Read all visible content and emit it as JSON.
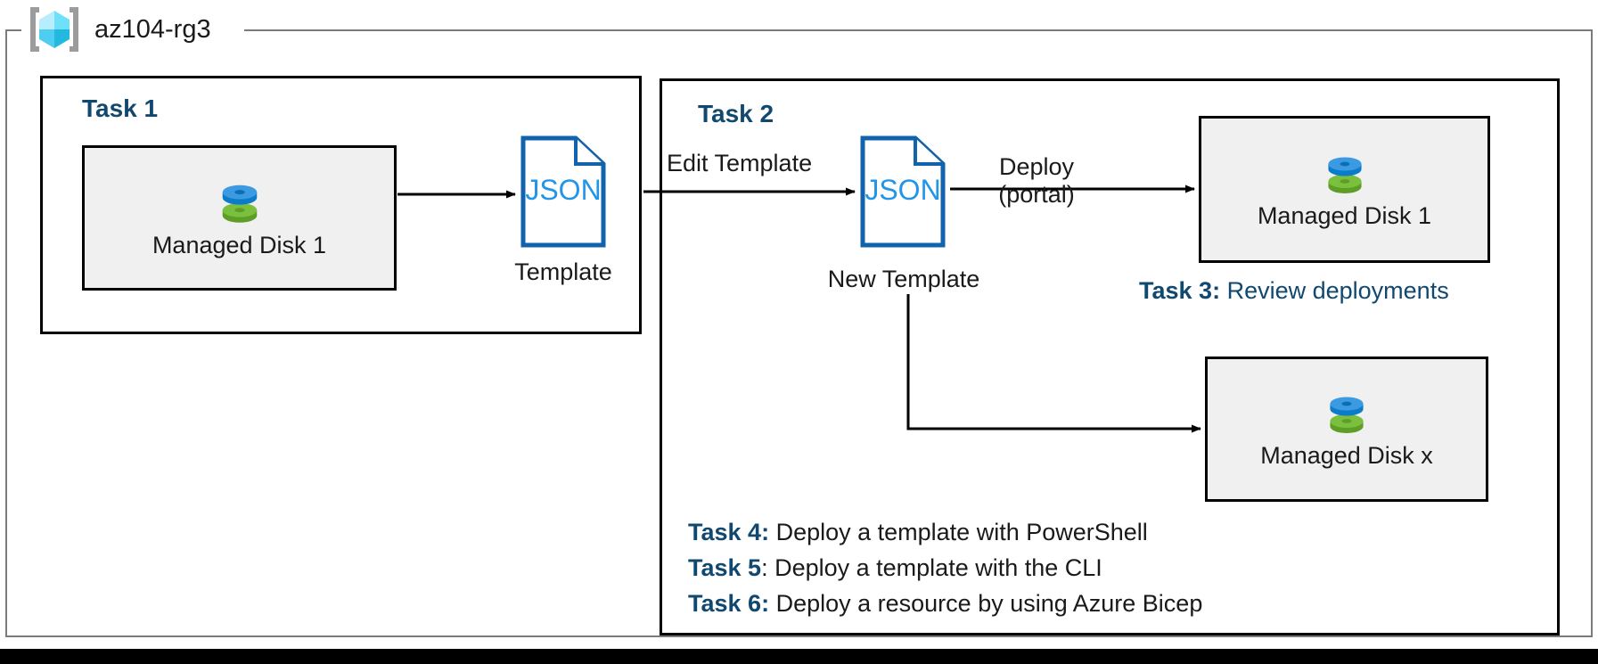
{
  "resource_group": {
    "icon": "azure-resource-group-cube-icon",
    "name": "az104-rg3"
  },
  "tasks": {
    "task1": {
      "heading": "Task 1",
      "resource": {
        "icon": "managed-disk-icon",
        "label": "Managed Disk 1"
      },
      "template": {
        "icon": "json-document-icon",
        "badge": "JSON",
        "caption": "Template"
      }
    },
    "task2": {
      "heading": "Task 2",
      "edge_in_label": "Edit Template",
      "template": {
        "icon": "json-document-icon",
        "badge": "JSON",
        "caption": "New Template"
      },
      "deploy_label_line1": "Deploy",
      "deploy_label_line2": "(portal)",
      "resource_top": {
        "icon": "managed-disk-icon",
        "label": "Managed Disk 1"
      },
      "resource_bottom": {
        "icon": "managed-disk-icon",
        "label": "Managed Disk x"
      }
    }
  },
  "notes": {
    "task3": {
      "key": "Task 3",
      "sep": ":",
      "desc": "Review deployments"
    },
    "task4": {
      "key": "Task 4",
      "sep": ":",
      "desc": "Deploy a template with PowerShell"
    },
    "task5": {
      "key": "Task 5",
      "sep": ":",
      "desc": "Deploy a template with the CLI"
    },
    "task6": {
      "key": "Task 6",
      "sep": ":",
      "desc": "Deploy a resource by using Azure Bicep"
    }
  },
  "colors": {
    "task_heading_blue": "#11486f",
    "json_outline_blue": "#1063ac",
    "json_text_blue": "#2196e8",
    "resource_box_fill": "#f0f0f0",
    "frame_gray": "#7b7b7b",
    "disk_blue": "#3b9ae1",
    "disk_green": "#7bbf3f",
    "rg_cube_cyan": "#50d8f5",
    "line_black": "#000000"
  }
}
